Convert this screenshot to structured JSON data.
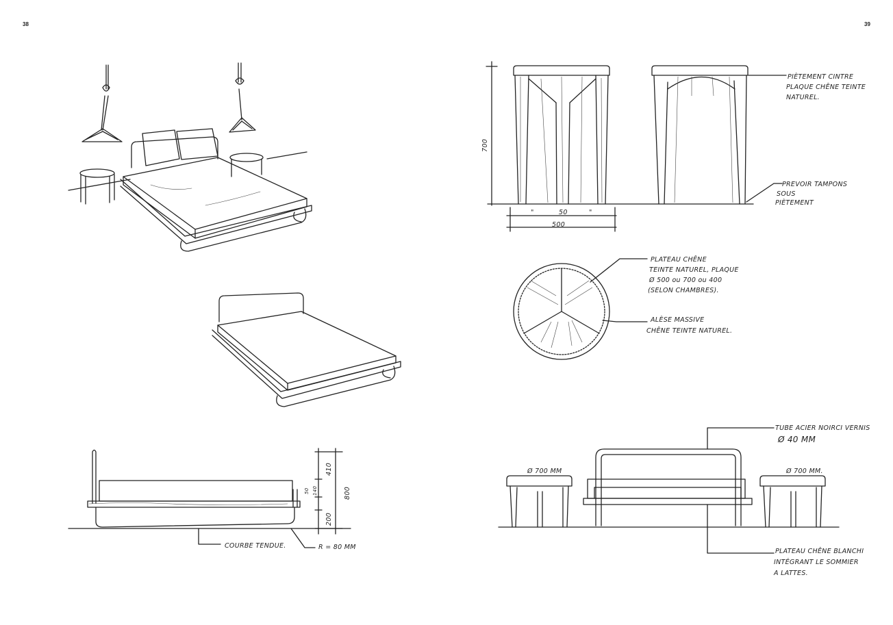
{
  "pages": {
    "left_number": "38",
    "right_number": "39"
  },
  "left_page": {
    "elevation_annotations": {
      "curve_label": "COURBE TENDUE.",
      "radius_label": "R = 80 MM",
      "dim_410": "410",
      "dim_140": "140",
      "dim_50": "50",
      "dim_200": "200",
      "dim_800": "800"
    }
  },
  "right_page": {
    "stool_elevation": {
      "height_dim": "700",
      "dim_50": "50",
      "dim_ditto_left": "\"",
      "dim_ditto_right": "\"",
      "dim_500": "500",
      "note_top": [
        "PIÈTEMENT CINTRE",
        "PLAQUE CHÊNE TEINTE",
        "NATUREL."
      ],
      "note_bottom": [
        "PREVOIR TAMPONS",
        "SOUS",
        "PIÈTEMENT"
      ]
    },
    "round_top_plan": {
      "note_top": [
        "PLATEAU CHÊNE",
        "TEINTE NATUREL, PLAQUE",
        "Ø 500 ou 700 ou 400",
        "(SELON CHAMBRES)."
      ],
      "note_bottom": [
        "ALÈSE MASSIVE",
        "CHÊNE TEINTE NATUREL."
      ]
    },
    "bed_elevation": {
      "tube_note": [
        "TUBE ACIER NOIRCI VERNIS",
        "Ø 40 MM"
      ],
      "left_table_dia": "Ø 700 MM",
      "right_table_dia": "Ø 700 MM.",
      "plateau_note": [
        "PLATEAU CHÊNE BLANCHI",
        "INTÉGRANT LE SOMMIER",
        "A LATTES."
      ]
    }
  }
}
